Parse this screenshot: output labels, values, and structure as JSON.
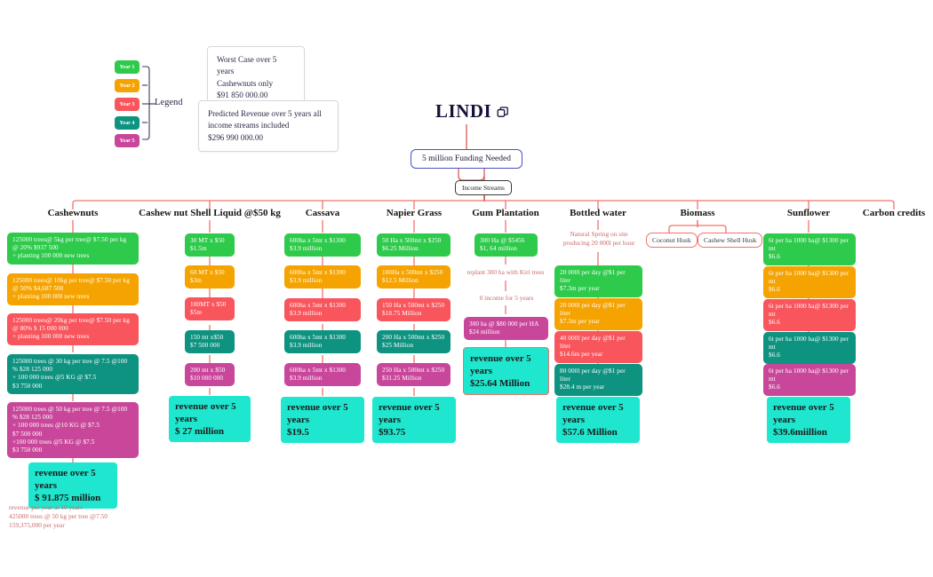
{
  "title": {
    "text": "LINDI",
    "icon": "copy-icon"
  },
  "funding": {
    "label": "5 million Funding Needed"
  },
  "income_streams": {
    "label": "Income Streams"
  },
  "legend": {
    "label": "Legend",
    "items": [
      {
        "label": "Year 1",
        "color": "#2ECA4B"
      },
      {
        "label": "Year 2",
        "color": "#F5A300"
      },
      {
        "label": "Year 3",
        "color": "#F8555C"
      },
      {
        "label": "Year 4",
        "color": "#0E9381"
      },
      {
        "label": "Year 5",
        "color": "#C9479B"
      }
    ]
  },
  "callouts": [
    {
      "name": "worst-case",
      "lines": "Worst Case over 5 years\nCashewnuts only\n$91 850 000.00"
    },
    {
      "name": "predicted-revenue",
      "lines": "Predicted Revenue over 5 years all\nincome streams included\n$296 990 000.00"
    }
  ],
  "columns": [
    {
      "id": "cashewnuts",
      "header": "Cashewnuts",
      "nodes": [
        {
          "year": 1,
          "text": "125000  trees@ 5kg per tree@ $7.50 per kg @ 20%  $937 500\n+ planting 100 000 new trees"
        },
        {
          "year": 2,
          "text": "125000 trees@ 10kg per tree@ $7.50 per kg @ 50%  $4,687 500\n+ planting 100 000 new trees"
        },
        {
          "year": 3,
          "text": "125000 trees@ 20kg per tree@ $7.50 per kg @ 80% $ 15 000 000\n+ planting 100 000 new trees"
        },
        {
          "year": 4,
          "text": "125000 trees @ 30 kg per tree @ 7.5 @100 %  $28  125 000\n+ 100 000 trees @5 KG @ $7.5\n$3 750 000"
        },
        {
          "year": 5,
          "text": "125000 trees @ 50 kg per tree @ 7.5 @100 %  $28  125 000\n+ 100 000 trees @10 KG @ $7.5\n$7 500 000\n+100 000 trees @5 KG @ $7.5\n$3 750 000"
        }
      ],
      "revenue": {
        "title": "revenue over 5 years",
        "value": "$ 91.875 million"
      },
      "footnote": "revenue per year at 10 years\n425000 trees @ 50 kg per tree @7.50\n159,375,000 per year"
    },
    {
      "id": "cashew-nut-shell-liquid",
      "header": "Cashew nut Shell Liquid @$50 kg",
      "nodes": [
        {
          "year": 1,
          "text": "30 MT x $50\n$1.5m"
        },
        {
          "year": 2,
          "text": "60 MT x $50\n$3m"
        },
        {
          "year": 3,
          "text": "100MT x $50\n$5m"
        },
        {
          "year": 4,
          "text": "150 mt x$50\n$7 500 000"
        },
        {
          "year": 5,
          "text": "200 mt x $50\n$10 000 000"
        }
      ],
      "revenue": {
        "title": "revenue over 5 years",
        "value": "$ 27 million"
      }
    },
    {
      "id": "cassava",
      "header": "Cassava",
      "nodes": [
        {
          "year": 1,
          "text": "600ha x 5mt x $1300\n$3.9 million"
        },
        {
          "year": 2,
          "text": "600ha x 5mt x $1300\n$3.9 million"
        },
        {
          "year": 3,
          "text": "600ha x 5mt x $1300\n$3.9 million"
        },
        {
          "year": 4,
          "text": "600ha x 5mt x $1300\n$3.9 million"
        },
        {
          "year": 5,
          "text": "600ha x 5mt x $1300\n$3.9 million"
        }
      ],
      "revenue": {
        "title": "revenue over 5 years",
        "value": "$19.5"
      }
    },
    {
      "id": "napier-grass",
      "header": "Napier Grass",
      "nodes": [
        {
          "year": 1,
          "text": "50 Ha x 500mt x $250\n$6.25 Million"
        },
        {
          "year": 2,
          "text": "100Ha x 500mt x $250\n$12.5 Million"
        },
        {
          "year": 3,
          "text": "150 Ha x 500mt x $250\n$18.75 Million"
        },
        {
          "year": 4,
          "text": "200 Ha x 500mt x $250\n$25 Million"
        },
        {
          "year": 5,
          "text": "250 Ha x 500mt x $250\n$31.25 Million"
        }
      ],
      "revenue": {
        "title": "revenue over 5 years",
        "value": "$93.75"
      }
    },
    {
      "id": "gum-plantation",
      "header": "Gum Plantation",
      "nodes": [
        {
          "year": 1,
          "text": "300 Ha @ $5456\n$1, 64 million"
        },
        {
          "year": 5,
          "text": "300 ha @ $80 000 per HA\n$24 million"
        }
      ],
      "notes": [
        "replant 300 ha with Kiri trees",
        "0 income for 5 years"
      ],
      "revenue": {
        "title": "revenue over 5 years",
        "value": "$25.64 Million",
        "bordered": true
      }
    },
    {
      "id": "bottled-water",
      "header": "Bottled water",
      "note": "Natural Spring on site\nproducing 20 000l per hour",
      "nodes": [
        {
          "year": 1,
          "text": "20 000l per day @$1 per liter\n$7.3m per year"
        },
        {
          "year": 2,
          "text": "20 000l per day @$1 per liter\n$7.3m per year"
        },
        {
          "year": 3,
          "text": "40 000l per day @$1 per liter\n$14.6m per year"
        },
        {
          "year": 4,
          "text": "80 000l per day @$1 per liter\n$28.4 m per year"
        }
      ],
      "revenue": {
        "title": "revenue over 5 years",
        "value": "$57.6 Million"
      }
    },
    {
      "id": "biomass",
      "header": "Biomass",
      "children": [
        "Coconut Husk",
        "Cashew Shell Husk"
      ]
    },
    {
      "id": "sunflower",
      "header": "Sunflower",
      "nodes": [
        {
          "year": 1,
          "text": "6t per ha 1000 ha@ $1300 per mt\n$6.6"
        },
        {
          "year": 2,
          "text": "6t per ha 1000 ha@ $1300 per mt\n$6.6"
        },
        {
          "year": 3,
          "text": "6t per ha 1000 ha@ $1300 per mt\n$6.6"
        },
        {
          "year": 4,
          "text": "6t per ha 1000 ha@ $1300 per mt\n$6.6"
        },
        {
          "year": 5,
          "text": "6t per ha 1000 ha@ $1300 per mt\n$6.6"
        }
      ],
      "revenue": {
        "title": "revenue over 5 years",
        "value": "$39.6miillion"
      }
    },
    {
      "id": "carbon-credits",
      "header": "Carbon credits",
      "nodes": []
    }
  ],
  "colors": {
    "year1": "#2ECA4B",
    "year2": "#F5A300",
    "year3": "#F8555C",
    "year4": "#0E9381",
    "year5": "#C9479B",
    "revenue": "#1FE6CE",
    "edge": "#F0736C",
    "root_edge": "#E8554E",
    "title": "#13123A"
  }
}
